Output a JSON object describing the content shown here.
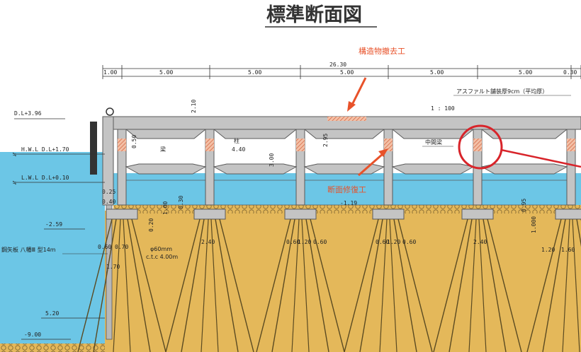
{
  "title": "標準断面図",
  "colors": {
    "water": "#6cc6e6",
    "soil": "#e4b85a",
    "concrete": "#c4c4c4",
    "concrete_edge": "#5a5a5a",
    "hatch": "#e07a5a",
    "annotation_red": "#e8522a",
    "circle_red": "#d8242a"
  },
  "labels": {
    "removal": "構造物撤去工",
    "repair": "断面修復工",
    "asphalt": "アスファルト舗装厚9cm（平均厚）",
    "slope": "1 : 100",
    "beam_mid": "中間梁",
    "column": "柱",
    "beam": "梁",
    "sheet_pile": "鋼矢板 八幡Ⅲ 型14m",
    "pile_note_1": "φ60mm",
    "pile_note_2": "c.t.c 4.00m"
  },
  "levels": {
    "dl": "D.L+3.96",
    "hwl": "H.W.L D.L+1.70",
    "lwl": "L.W.L D.L+0.10",
    "minus259": "-2.59",
    "minus900": "-9.00",
    "five20": "5.20",
    "minus119": "-1.19"
  },
  "dimensions": {
    "total": "26.30",
    "first": "1.00",
    "spans": [
      "5.00",
      "5.00",
      "5.00",
      "5.00",
      "5.00"
    ],
    "last": "0.30",
    "h440": "4.40",
    "h050": "0.50",
    "h210": "2.10",
    "h295": "2.95",
    "h300": "3.00",
    "h100": "1.00",
    "h020": "0.20",
    "h030": "0.30",
    "h025": "0.25",
    "h040": "0.40",
    "h060": "0.60",
    "h070": "0.70",
    "h170": "1.70",
    "p240a": "2.40",
    "p_mid1": "0.60",
    "p_mid2": "1.20",
    "p_mid3": "0.60",
    "p240b": "2.40",
    "p120": "1.20",
    "p160": "1.60",
    "h100b": "1.000",
    "h095": "0.95"
  }
}
